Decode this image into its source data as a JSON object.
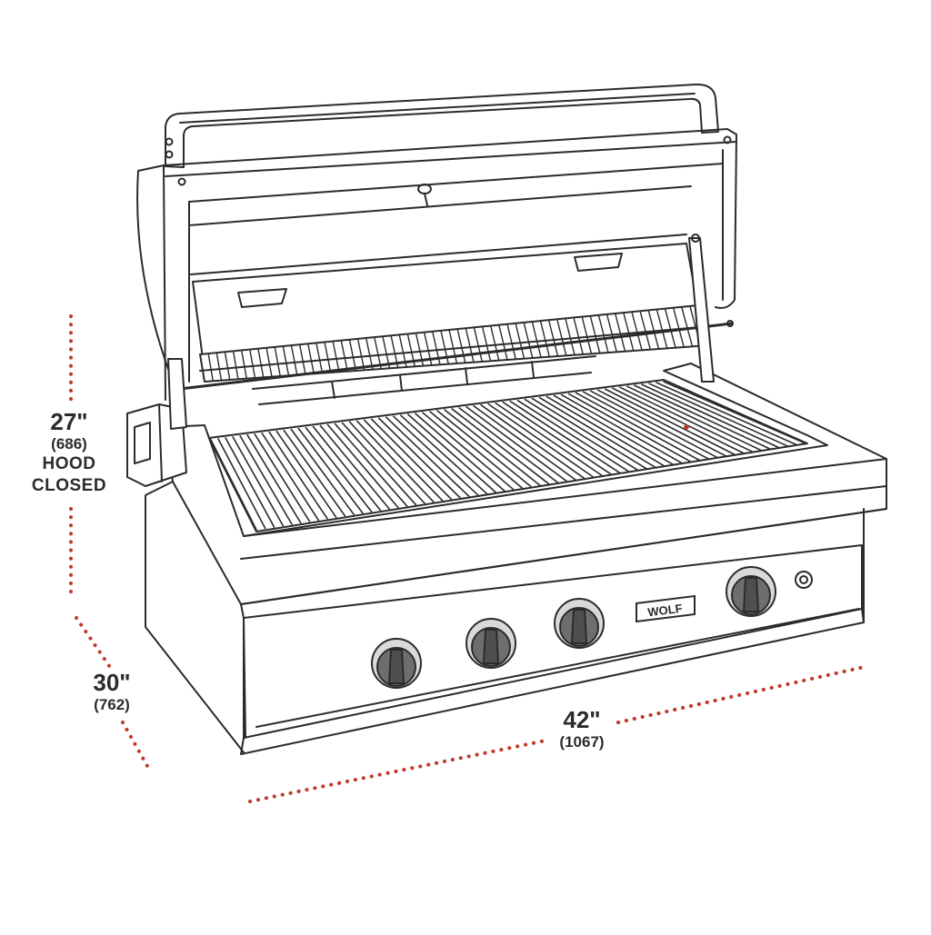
{
  "colors": {
    "line": "#2b2b2b",
    "dimension_dots": "#c0392b",
    "knob": "#6e6e6e",
    "knob_ring": "#d9d9d9",
    "background": "#ffffff"
  },
  "brand": {
    "logo_text": "WOLF"
  },
  "dimensions": {
    "height": {
      "value": "27\"",
      "metric": "(686)",
      "note_1": "HOOD",
      "note_2": "CLOSED"
    },
    "depth": {
      "value": "30\"",
      "metric": "(762)"
    },
    "width": {
      "value": "42\"",
      "metric": "(1067)"
    }
  },
  "controls": {
    "burner_knob_count": 4,
    "icons": [
      "burner-knob-icon",
      "ignition-button-icon",
      "rotisserie-motor-icon"
    ]
  }
}
